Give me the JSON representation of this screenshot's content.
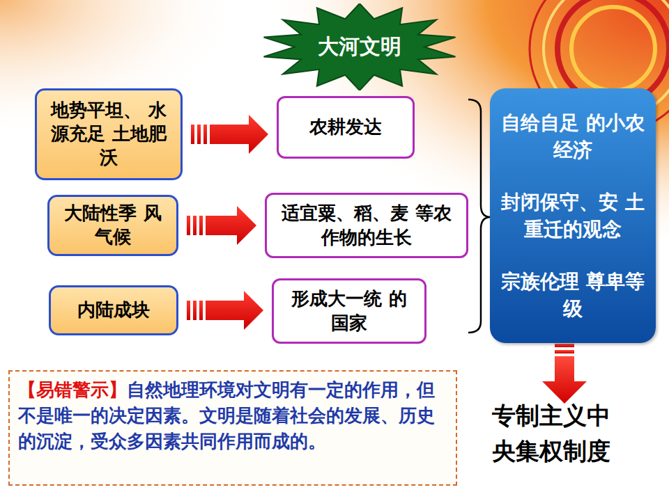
{
  "diagram": {
    "nodes": [
      {
        "text": [
          "大河文明"
        ]
      },
      {
        "text": [
          "地势平坦、 水源充足 土地肥沃"
        ]
      },
      {
        "text": [
          "农耕发达"
        ]
      },
      {
        "text": [
          "大陆性季 风气候"
        ]
      },
      {
        "text": [
          "适宜粟、稻、麦 等农作物的生长"
        ]
      },
      {
        "text": [
          "内陆成块"
        ]
      },
      {
        "text": [
          "形成大一统 的国家"
        ]
      },
      {
        "text": [
          "自给自足 的小农经济",
          "封闭保守、安 土重迁的观念",
          "宗族伦理 尊卑等级"
        ]
      },
      {
        "text": [
          "【易错警示】",
          "自然地理环境对文明有一定的作用，但不是唯一的决定因素。文明是随着社会的发展、历史的沉淀，受众多因素共同作用而成的。"
        ]
      }
    ],
    "edges": [
      {
        "from": 1,
        "to": 2,
        "arrow": "to"
      },
      {
        "from": 3,
        "to": 4,
        "arrow": "to"
      },
      {
        "from": 5,
        "to": 6,
        "arrow": "to"
      }
    ],
    "labels": [
      "专制主义中央集权制度"
    ]
  }
}
